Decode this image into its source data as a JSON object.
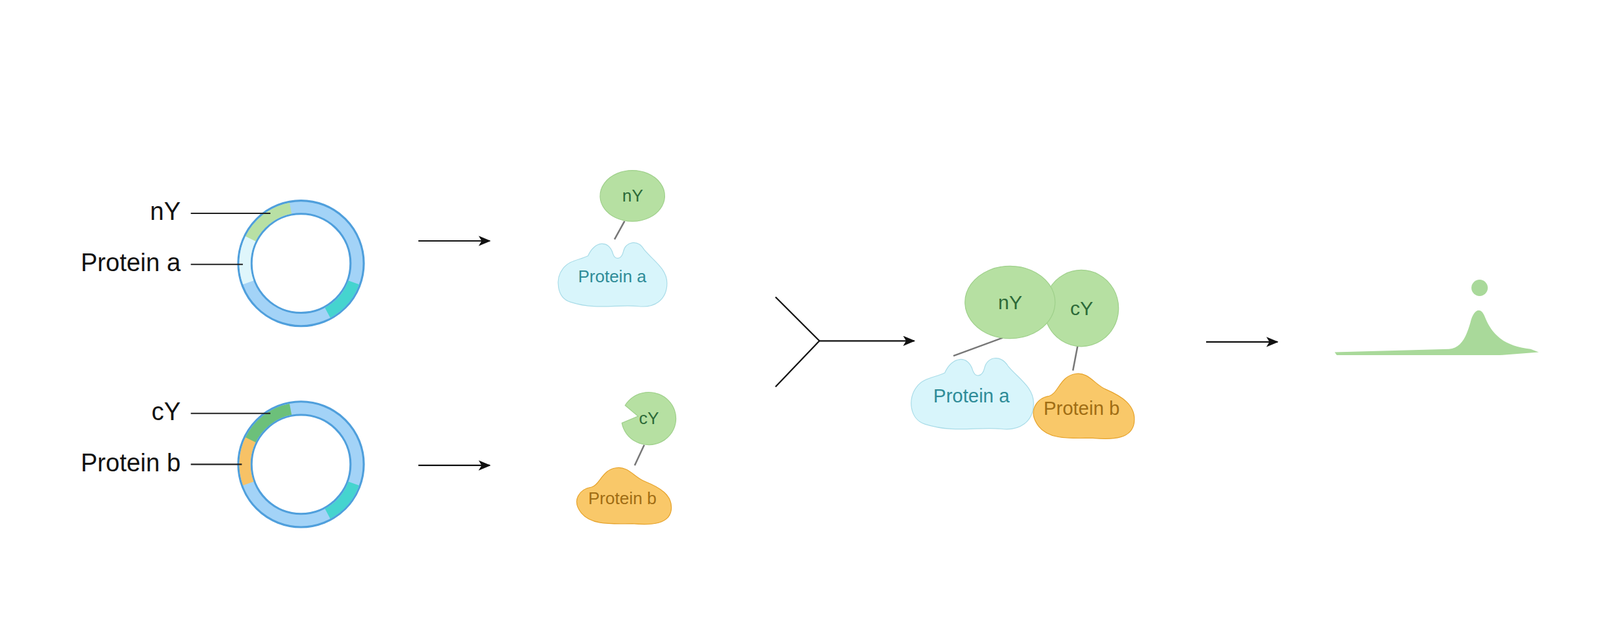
{
  "diagram": {
    "nodes": [
      {
        "text": [
          "nY"
        ]
      },
      {
        "text": [
          "Protein a"
        ]
      },
      {
        "text": [
          "cY"
        ]
      },
      {
        "text": [
          "Protein b"
        ]
      },
      {
        "text": [
          "nY"
        ]
      },
      {
        "text": [
          "cY"
        ]
      },
      {
        "text": [
          "Protein a"
        ]
      },
      {
        "text": [
          "Protein b"
        ]
      }
    ],
    "edges": [
      {
        "from": 0,
        "to": 1,
        "arrow": "none"
      },
      {
        "from": 2,
        "to": 3,
        "arrow": "none"
      },
      {
        "from": 4,
        "to": 6,
        "arrow": "none"
      },
      {
        "from": 5,
        "to": 7,
        "arrow": "none"
      }
    ],
    "labels": [
      "nY",
      "Protein a",
      "cY",
      "Protein b"
    ]
  }
}
